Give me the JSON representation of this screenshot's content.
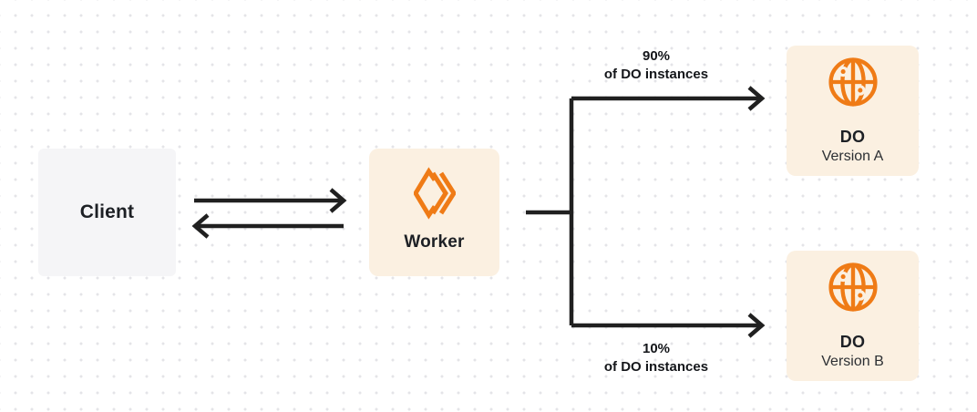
{
  "nodes": {
    "client": {
      "label": "Client"
    },
    "worker": {
      "label": "Worker",
      "icon": "cloudflare-workers-icon"
    },
    "do_version_a": {
      "title": "DO",
      "subtitle": "Version A",
      "icon": "durable-object-globe-icon"
    },
    "do_version_b": {
      "title": "DO",
      "subtitle": "Version B",
      "icon": "durable-object-globe-icon"
    }
  },
  "edges": {
    "client_worker": {
      "type": "bidirectional"
    },
    "worker_to_version_a": {
      "percent": "90%",
      "caption": "of DO instances"
    },
    "worker_to_version_b": {
      "percent": "10%",
      "caption": "of DO instances"
    }
  },
  "colors": {
    "accent_orange": "#EF7B16",
    "node_cream": "#FBF0E1",
    "node_gray": "#F5F5F7",
    "connector_line": "#202020",
    "dot_grid": "#E4E4E8"
  }
}
